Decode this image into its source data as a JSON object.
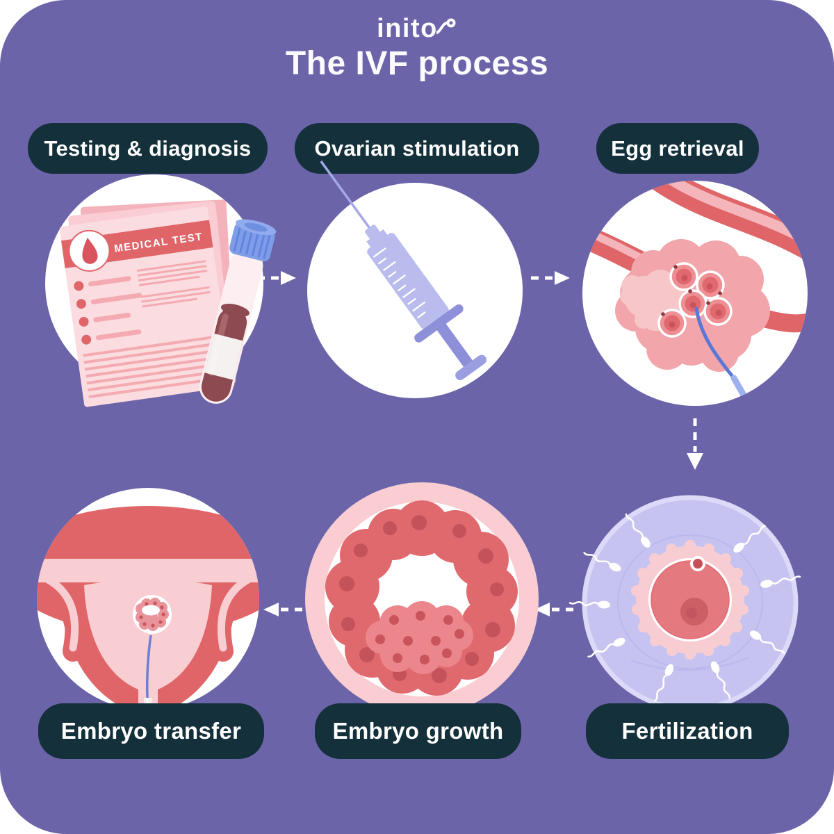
{
  "header": {
    "logo": "inito",
    "title": "The IVF process"
  },
  "steps": [
    {
      "id": "testing",
      "label": "Testing & diagnosis",
      "illustration": "medical-test-documents-and-blood-tube"
    },
    {
      "id": "ovarian-stimulation",
      "label": "Ovarian stimulation",
      "illustration": "hormone-injection-syringe"
    },
    {
      "id": "egg-retrieval",
      "label": "Egg retrieval",
      "illustration": "ovary-with-follicles-and-aspiration-needle"
    },
    {
      "id": "fertilization",
      "label": "Fertilization",
      "illustration": "egg-cell-surrounded-by-sperm-in-dish"
    },
    {
      "id": "embryo-growth",
      "label": "Embryo growth",
      "illustration": "blastocyst-embryo"
    },
    {
      "id": "embryo-transfer",
      "label": "Embryo transfer",
      "illustration": "uterus-with-embryo-and-catheter"
    }
  ],
  "illustrations": {
    "medical_test_label": "MEDICAL TEST"
  },
  "flow": [
    {
      "from": "testing",
      "to": "ovarian-stimulation",
      "direction": "right"
    },
    {
      "from": "ovarian-stimulation",
      "to": "egg-retrieval",
      "direction": "right"
    },
    {
      "from": "egg-retrieval",
      "to": "fertilization",
      "direction": "down"
    },
    {
      "from": "fertilization",
      "to": "embryo-growth",
      "direction": "left"
    },
    {
      "from": "embryo-growth",
      "to": "embryo-transfer",
      "direction": "left"
    }
  ],
  "colors": {
    "page_background": "#ffffff",
    "canvas_background": "#6b64a9",
    "pill_background": "#14303a",
    "text": "#ffffff",
    "red": "#df6569",
    "dark_red": "#c9545c",
    "light_pink": "#f8ced3",
    "pink": "#f2a6ab",
    "blood": "#8e4a51",
    "cap_blue": "#7e9ce8",
    "syringe_lavender": "#b9bcec",
    "catheter_blue": "#5a77d6",
    "dish_lavender": "#c6c3f1"
  }
}
